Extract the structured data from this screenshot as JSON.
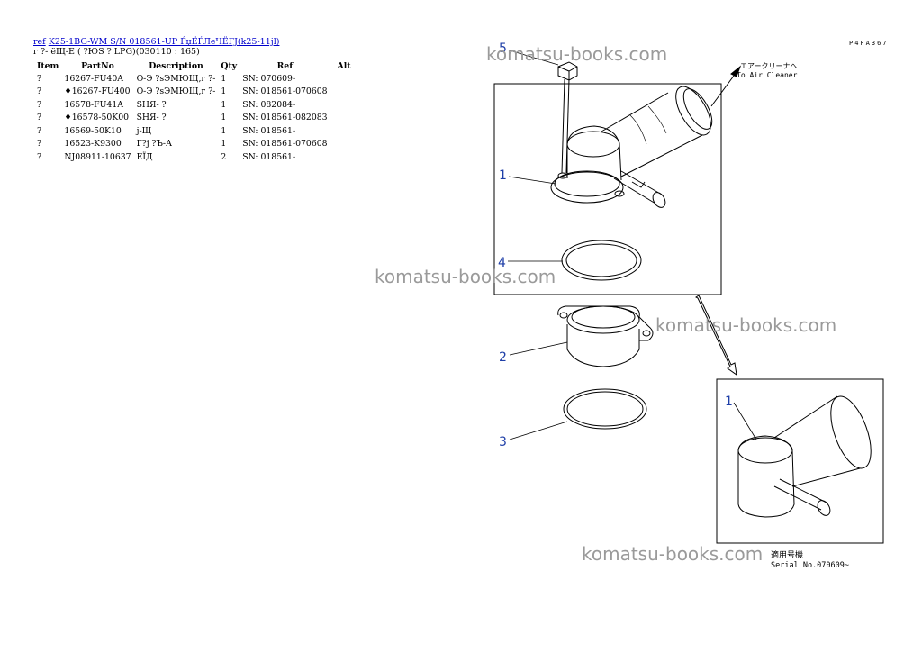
{
  "header": {
    "ref_link": "ref",
    "model_link": "K25-1BG-WM S/N 018561-UP ЃџЁЃЛеЧЁГЈ(k25-11jl)",
    "subtitle": "г ?- ёЩ-Е ( ?ЮS ? LPG)(030110 : 165)"
  },
  "table": {
    "headers": [
      "Item",
      "PartNo",
      "Description",
      "Qty",
      "Ref",
      "Alt"
    ],
    "rows": [
      {
        "item": "?",
        "part": "16267-FU40A",
        "desc": "О-Э ?sЭМЮЩ,г ?-",
        "qty": "1",
        "ref": "SN: 070609-",
        "alt": ""
      },
      {
        "item": "?",
        "part": "♦16267-FU400",
        "desc": "О-Э ?sЭМЮЩ,г ?-",
        "qty": "1",
        "ref": "SN: 018561-070608",
        "alt": ""
      },
      {
        "item": "?",
        "part": "16578-FU41A",
        "desc": "SНЯ- ?",
        "qty": "1",
        "ref": "SN: 082084-",
        "alt": ""
      },
      {
        "item": "?",
        "part": "♦16578-50K00",
        "desc": "SНЯ- ?",
        "qty": "1",
        "ref": "SN: 018561-082083",
        "alt": ""
      },
      {
        "item": "?",
        "part": "16569-50K10",
        "desc": "j-Щ",
        "qty": "1",
        "ref": "SN: 018561-",
        "alt": ""
      },
      {
        "item": "?",
        "part": "16523-K9300",
        "desc": "Г?j ?Ъ-А",
        "qty": "1",
        "ref": "SN: 018561-070608",
        "alt": ""
      },
      {
        "item": "?",
        "part": "NJ08911-10637",
        "desc": "ЕЇД",
        "qty": "2",
        "ref": "SN: 018561-",
        "alt": ""
      }
    ]
  },
  "diagram": {
    "corner_code": "P4FA367",
    "callouts": [
      "5",
      "1",
      "4",
      "2",
      "3",
      "1"
    ],
    "to_air_jp": "エアークリーナへ",
    "to_air_en": "To Air Cleaner",
    "serial_jp": "適用号機",
    "serial_en": "Serial No.070609~",
    "watermark": "komatsu-books.com",
    "callout_color": "#1f3fa8"
  }
}
